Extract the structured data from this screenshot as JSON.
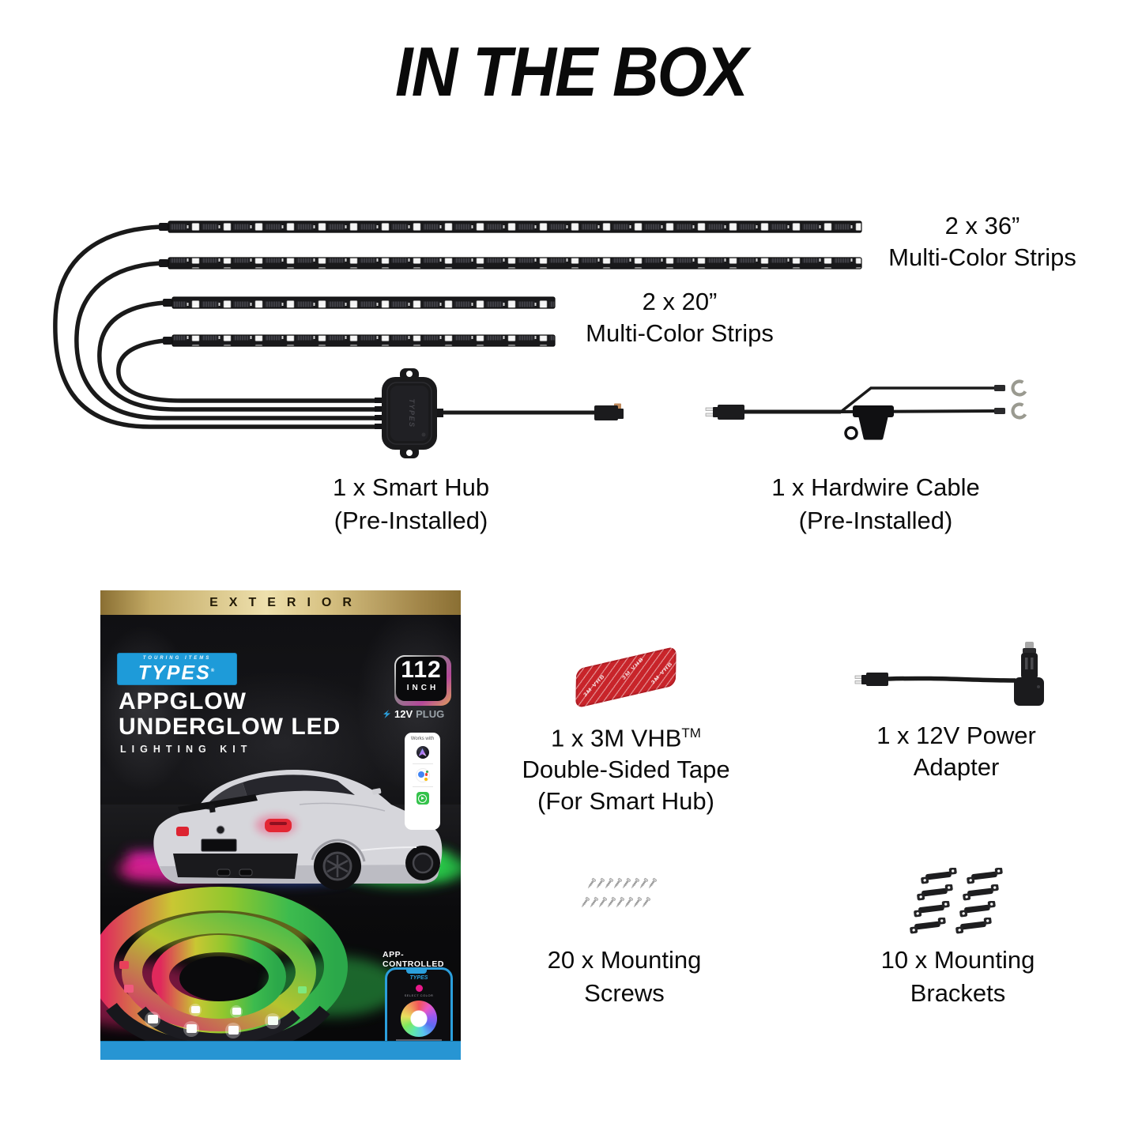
{
  "title": "IN THE BOX",
  "labels": {
    "strips36": {
      "line1": "2 x 36”",
      "line2": "Multi-Color Strips"
    },
    "strips20": {
      "line1": "2 x 20”",
      "line2": "Multi-Color Strips"
    },
    "smart_hub": {
      "line1": "1 x Smart Hub",
      "line2": "(Pre-Installed)"
    },
    "hardwire_cable": {
      "line1": "1 x Hardwire Cable",
      "line2": "(Pre-Installed)"
    },
    "tape": {
      "line1": "1 x 3M VHB",
      "tm": "TM",
      "line2": "Double-Sided Tape",
      "line3": "(For Smart Hub)"
    },
    "power_adapter": {
      "line1": "1 x 12V Power",
      "line2": "Adapter"
    },
    "screws": {
      "line1": "20 x Mounting",
      "line2": "Screws"
    },
    "brackets": {
      "line1": "10 x Mounting",
      "line2": "Brackets"
    }
  },
  "box": {
    "banner": "EXTERIOR",
    "brand_top": "TOURING ITEMS",
    "brand": "TYPES",
    "brand_reg": "®",
    "title_line1": "APPGLOW",
    "title_line2": "UNDERGLOW LED",
    "subtitle": "LIGHTING KIT",
    "size_value": "112",
    "size_unit": "INCH",
    "plug_bold": "12V",
    "plug_rest": "PLUG",
    "works_with": "Works with",
    "app_controlled": "APP-CONTROLLED",
    "phone_brand": "TYPES",
    "phone_caption": "SELECT COLOR"
  },
  "tape_pattern_text": "3M VHB",
  "colors": {
    "brand_blue": "#1e9bd9",
    "box_bottom_blue": "#2795d3",
    "tape_red": "#c8242a",
    "gold_light": "#eee0ad",
    "gold_dark": "#8a6f33"
  }
}
